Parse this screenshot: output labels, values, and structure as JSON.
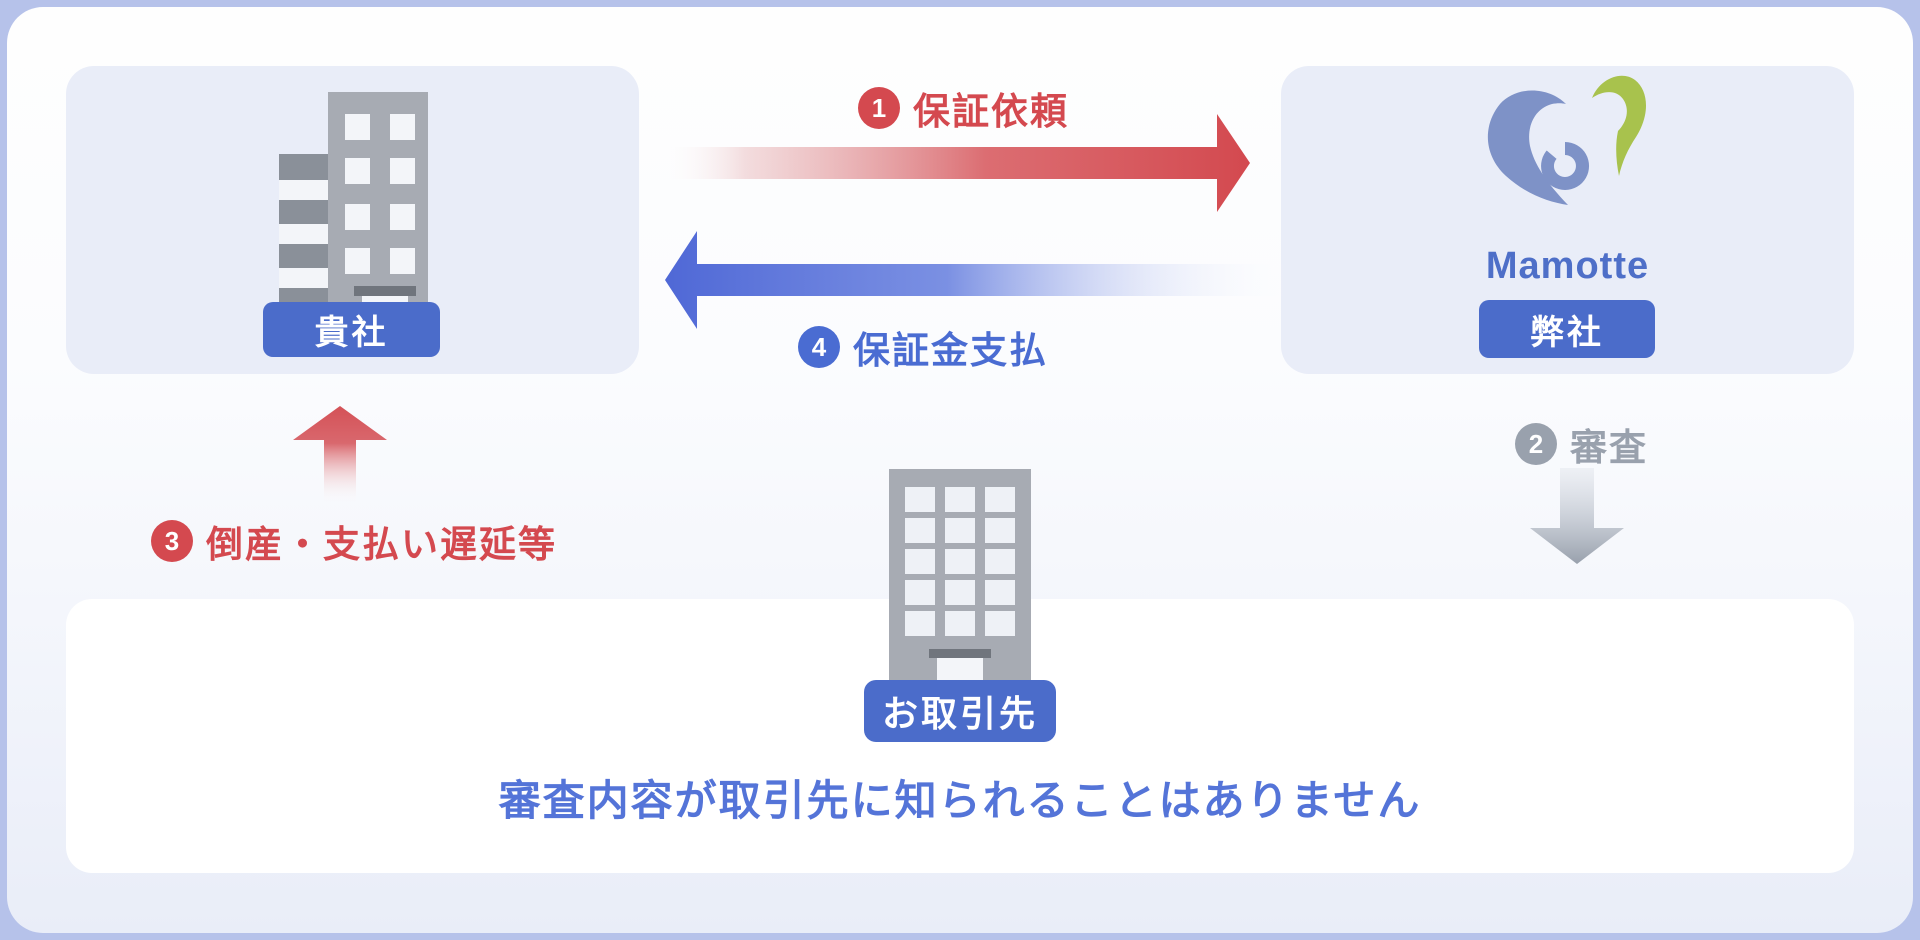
{
  "page": {
    "type": "guarantee-flow-diagram"
  },
  "actors": {
    "your_company": {
      "label": "貴社"
    },
    "our_company": {
      "label": "弊社",
      "brand": "Mamotte"
    },
    "partner": {
      "label": "お取引先"
    }
  },
  "steps": {
    "request": {
      "num": "1",
      "label": "保証依頼"
    },
    "screening": {
      "num": "2",
      "label": "審査"
    },
    "default_event": {
      "num": "3",
      "label": "倒産・支払い遅延等"
    },
    "payout": {
      "num": "4",
      "label": "保証金支払"
    }
  },
  "note": {
    "text": "審査内容が取引先に知られることはありません"
  },
  "colors": {
    "accent_red": "#d4494f",
    "accent_blue": "#4b6cca",
    "accent_gray": "#99a1ad",
    "note_blue": "#5474d8",
    "logo_blue": "#7e92c7",
    "logo_green": "#a8c24d",
    "card_bg": "#e9edf8",
    "frame": "#b6c2ea",
    "building_gray": "#a7abb3"
  }
}
